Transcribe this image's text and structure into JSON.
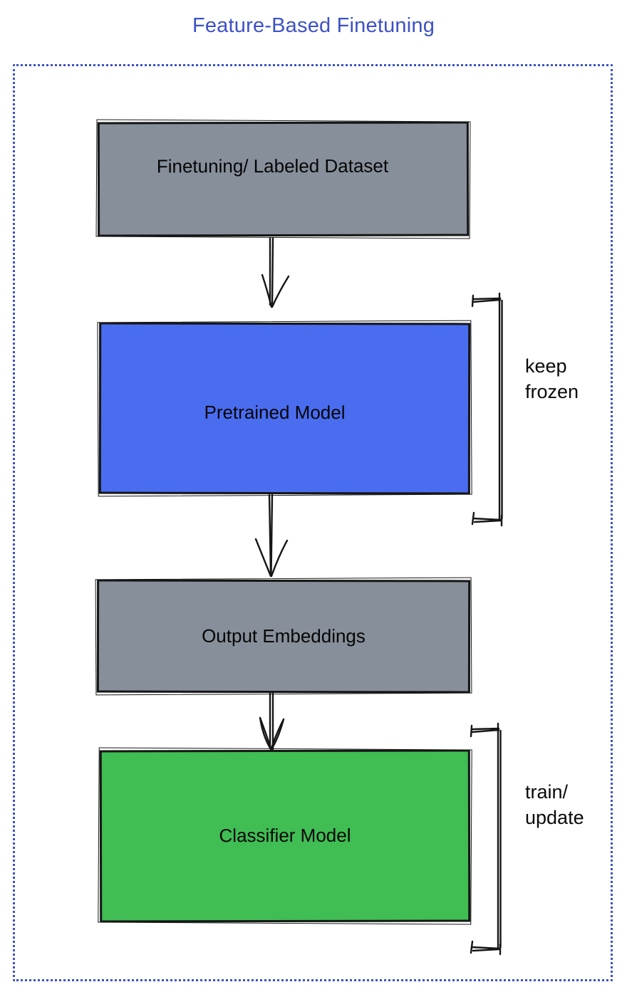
{
  "title": {
    "text": "Feature-Based Finetuning",
    "color": "#3d52c4"
  },
  "frame": {
    "style": "dotted",
    "border_color": "#3d52c4"
  },
  "colors": {
    "ink": "#161616",
    "node_gray": "#878f9a",
    "node_blue": "#4a6df0",
    "node_green": "#40bd53",
    "label_text": "#050505",
    "background": "#ffffff"
  },
  "nodes": [
    {
      "id": "finetuning-labeled-dataset",
      "label": "Finetuning/ Labeled Dataset",
      "fill": "#878f9a"
    },
    {
      "id": "pretrained-model",
      "label": "Pretrained Model",
      "fill": "#4a6df0"
    },
    {
      "id": "output-embeddings",
      "label": "Output Embeddings",
      "fill": "#878f9a"
    },
    {
      "id": "classifier-model",
      "label": "Classifier Model",
      "fill": "#40bd53"
    }
  ],
  "edges": [
    {
      "from": "finetuning-labeled-dataset",
      "to": "pretrained-model",
      "type": "arrow-down"
    },
    {
      "from": "pretrained-model",
      "to": "output-embeddings",
      "type": "arrow-down"
    },
    {
      "from": "output-embeddings",
      "to": "classifier-model",
      "type": "arrow-down"
    }
  ],
  "annotations": [
    {
      "id": "keep-frozen",
      "text": "keep\nfrozen",
      "target": "pretrained-model",
      "marker": "right-bracket"
    },
    {
      "id": "train-update",
      "text": "train/\nupdate",
      "target": "classifier-model",
      "marker": "right-bracket"
    }
  ]
}
